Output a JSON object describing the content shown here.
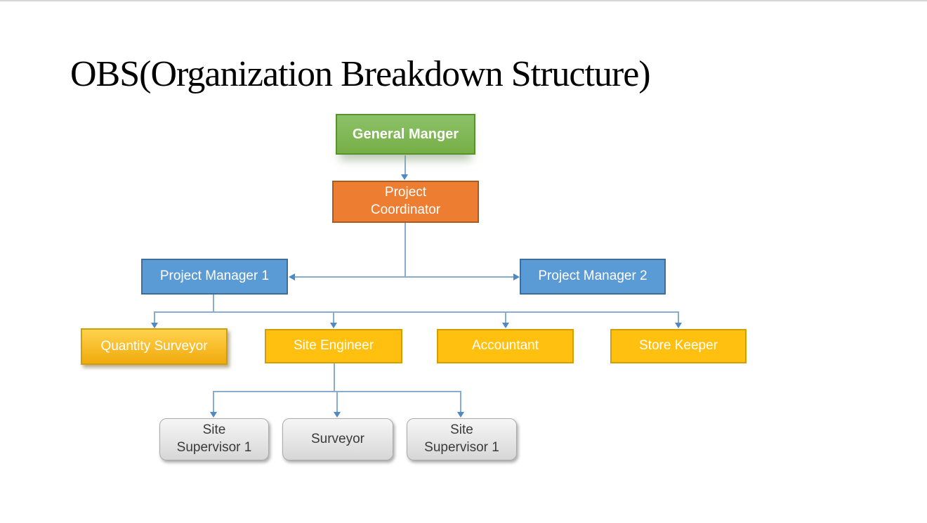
{
  "slide": {
    "title": "OBS(Organization Breakdown Structure)"
  },
  "org_chart": {
    "nodes": {
      "general_manager": {
        "label": "General Manger",
        "level": 1
      },
      "project_coordinator": {
        "label": "Project Coordinator",
        "level": 2,
        "reports_to": "general_manager"
      },
      "project_manager_1": {
        "label": "Project Manager 1",
        "level": 3,
        "reports_to": "project_coordinator"
      },
      "project_manager_2": {
        "label": "Project Manager 2",
        "level": 3,
        "reports_to": "project_coordinator"
      },
      "quantity_surveyor": {
        "label": "Quantity Surveyor",
        "level": 4,
        "reports_to": "project_manager_1"
      },
      "site_engineer": {
        "label": "Site Engineer",
        "level": 4,
        "reports_to": "project_manager_1"
      },
      "accountant": {
        "label": "Accountant",
        "level": 4,
        "reports_to": "project_manager_1"
      },
      "store_keeper": {
        "label": "Store Keeper",
        "level": 4,
        "reports_to": "project_manager_1"
      },
      "site_supervisor_a": {
        "label": "Site Supervisor 1",
        "level": 5,
        "reports_to": "site_engineer"
      },
      "surveyor": {
        "label": "Surveyor",
        "level": 5,
        "reports_to": "site_engineer"
      },
      "site_supervisor_b": {
        "label": "Site Supervisor 1",
        "level": 5,
        "reports_to": "site_engineer"
      }
    }
  },
  "colors": {
    "background": "#FFFFFF",
    "top_edge": "#D6D6D6",
    "title_text": "#000000",
    "node_text": "#FFFFFF",
    "green_fill_top": "#8CC268",
    "green_fill_bottom": "#77AF47",
    "green_border": "#59912F",
    "orange_fill": "#ED7D31",
    "orange_border": "#AC5A1D",
    "blue_fill": "#5B9BD5",
    "blue_border": "#3E6E9C",
    "gold_fill": "#FFC010",
    "gold_border": "#D29E06",
    "gold_grad_top": "#FFD24E",
    "gold_grad_bottom": "#F0AA0D",
    "gray_fill_top": "#F6F6F6",
    "gray_fill_bottom": "#D7D7D7",
    "gray_border": "#AAAAAA",
    "gray_text": "#3A3A3A",
    "connector_line": "#87ACCE",
    "connector_arrow": "#4E88C5"
  }
}
